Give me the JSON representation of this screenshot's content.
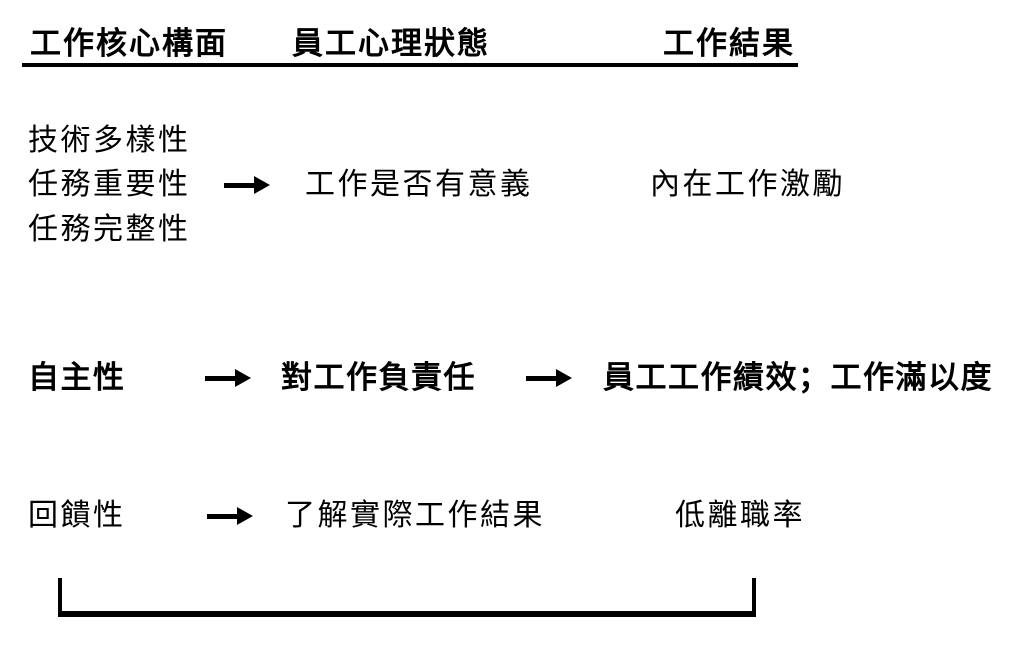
{
  "diagram": {
    "background": "#ffffff",
    "ink": "#000000",
    "header": {
      "core": "工作核心構面",
      "psych": "員工心理狀態",
      "outcome": "工作結果"
    },
    "rows": [
      {
        "core_lines": [
          "技術多樣性",
          "任務重要性",
          "任務完整性"
        ],
        "psych": "工作是否有意義",
        "outcome": "內在工作激勵",
        "emphasis": "regular"
      },
      {
        "core_lines": [
          "自主性"
        ],
        "psych": "對工作負責任",
        "outcome": "員工工作績效；工作滿以度",
        "emphasis": "bold"
      },
      {
        "core_lines": [
          "回饋性"
        ],
        "psych": "了解實際工作結果",
        "outcome": "低離職率",
        "emphasis": "regular"
      }
    ]
  }
}
